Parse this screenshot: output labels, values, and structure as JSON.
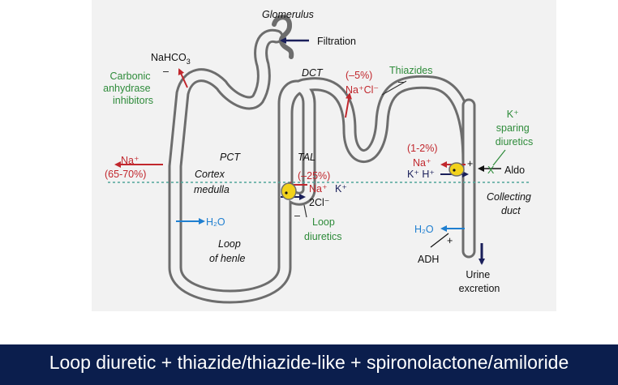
{
  "diagram": {
    "labels": {
      "glomerulus": "Glomerulus",
      "filtration": "Filtration",
      "nahco3_main": "NaHCO",
      "nahco3_sub": "3",
      "minus_ca": "–",
      "carbonic_1": "Carbonic",
      "carbonic_2": "anhydrase",
      "carbonic_3": "inhibitors",
      "dct": "DCT",
      "pct_neg5": "(–5%)",
      "nacl": "Na⁺Cl⁻",
      "thiazides": "Thiazides",
      "minus_thz": "–",
      "ksparing_1": "K⁺",
      "ksparing_2": "sparing",
      "ksparing_3": "diuretics",
      "na_left": "Na⁺",
      "pct_65_70": "(65-70%)",
      "pct": "PCT",
      "cortex": "Cortex",
      "medulla": "medulla",
      "tal": "TAL",
      "pct_neg25": "(–25%)",
      "na_k": "Na⁺",
      "k_plus": "K⁺",
      "two_cl": "2Cl⁻",
      "minus_loop": "–",
      "loop_1": "Loop",
      "loop_2": "diuretics",
      "pct_1_2": "(1-2%)",
      "na_cd": "Na⁺",
      "plus_cd": "+",
      "k_h": "K⁺ H⁺",
      "x_mark": "X",
      "aldo": "Aldo",
      "collecting_1": "Collecting",
      "collecting_2": "duct",
      "h2o_loop": "H₂O",
      "h2o_cd": "H₂O",
      "plus_adh": "+",
      "adh": "ADH",
      "loop_henle_1": "Loop",
      "loop_henle_2": "of henle",
      "urine_1": "Urine",
      "urine_2": "excretion"
    }
  },
  "caption": "Loop diuretic + thiazide/thiazide-like + spironolactone/amiloride",
  "colors": {
    "green": "#2e8b3a",
    "red": "#c1272d",
    "navy": "#1a1f5a",
    "blue": "#1f7fd0",
    "banner": "#0b1e4d",
    "pump": "#f2d21b"
  }
}
